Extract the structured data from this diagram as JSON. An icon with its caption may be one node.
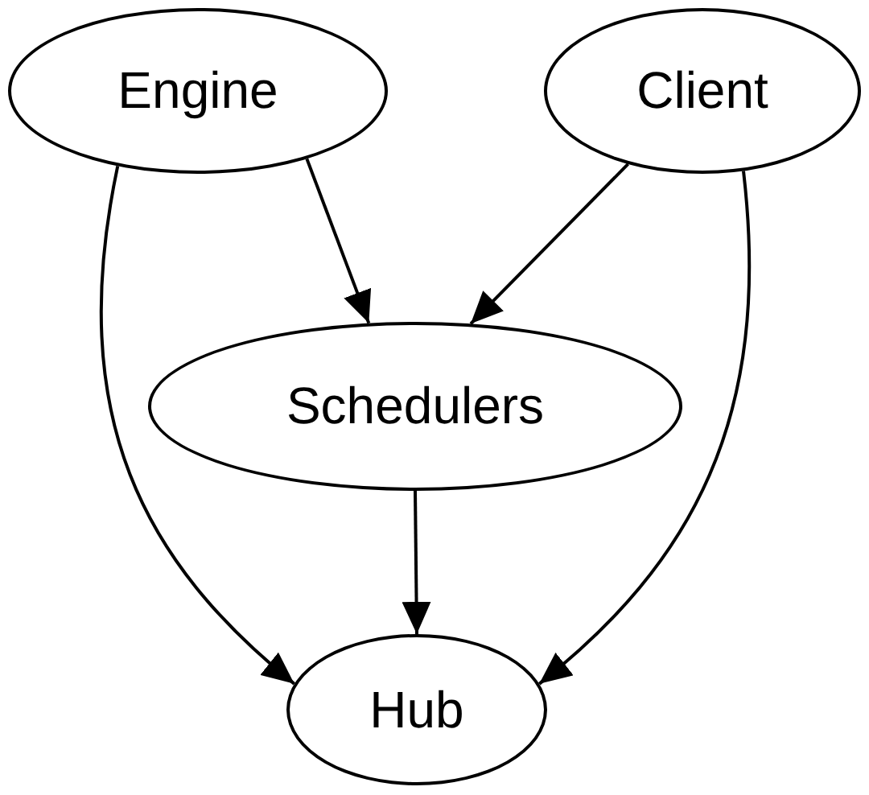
{
  "diagram": {
    "nodes": [
      {
        "text": [
          "Engine"
        ]
      },
      {
        "text": [
          "Client"
        ]
      },
      {
        "text": [
          "Schedulers"
        ]
      },
      {
        "text": [
          "Hub"
        ]
      }
    ],
    "edges": [
      {
        "from": 0,
        "to": 2,
        "arrow": "to"
      },
      {
        "from": 1,
        "to": 2,
        "arrow": "to"
      },
      {
        "from": 0,
        "to": 3,
        "arrow": "to"
      },
      {
        "from": 2,
        "to": 3,
        "arrow": "to"
      },
      {
        "from": 1,
        "to": 3,
        "arrow": "to"
      }
    ]
  }
}
